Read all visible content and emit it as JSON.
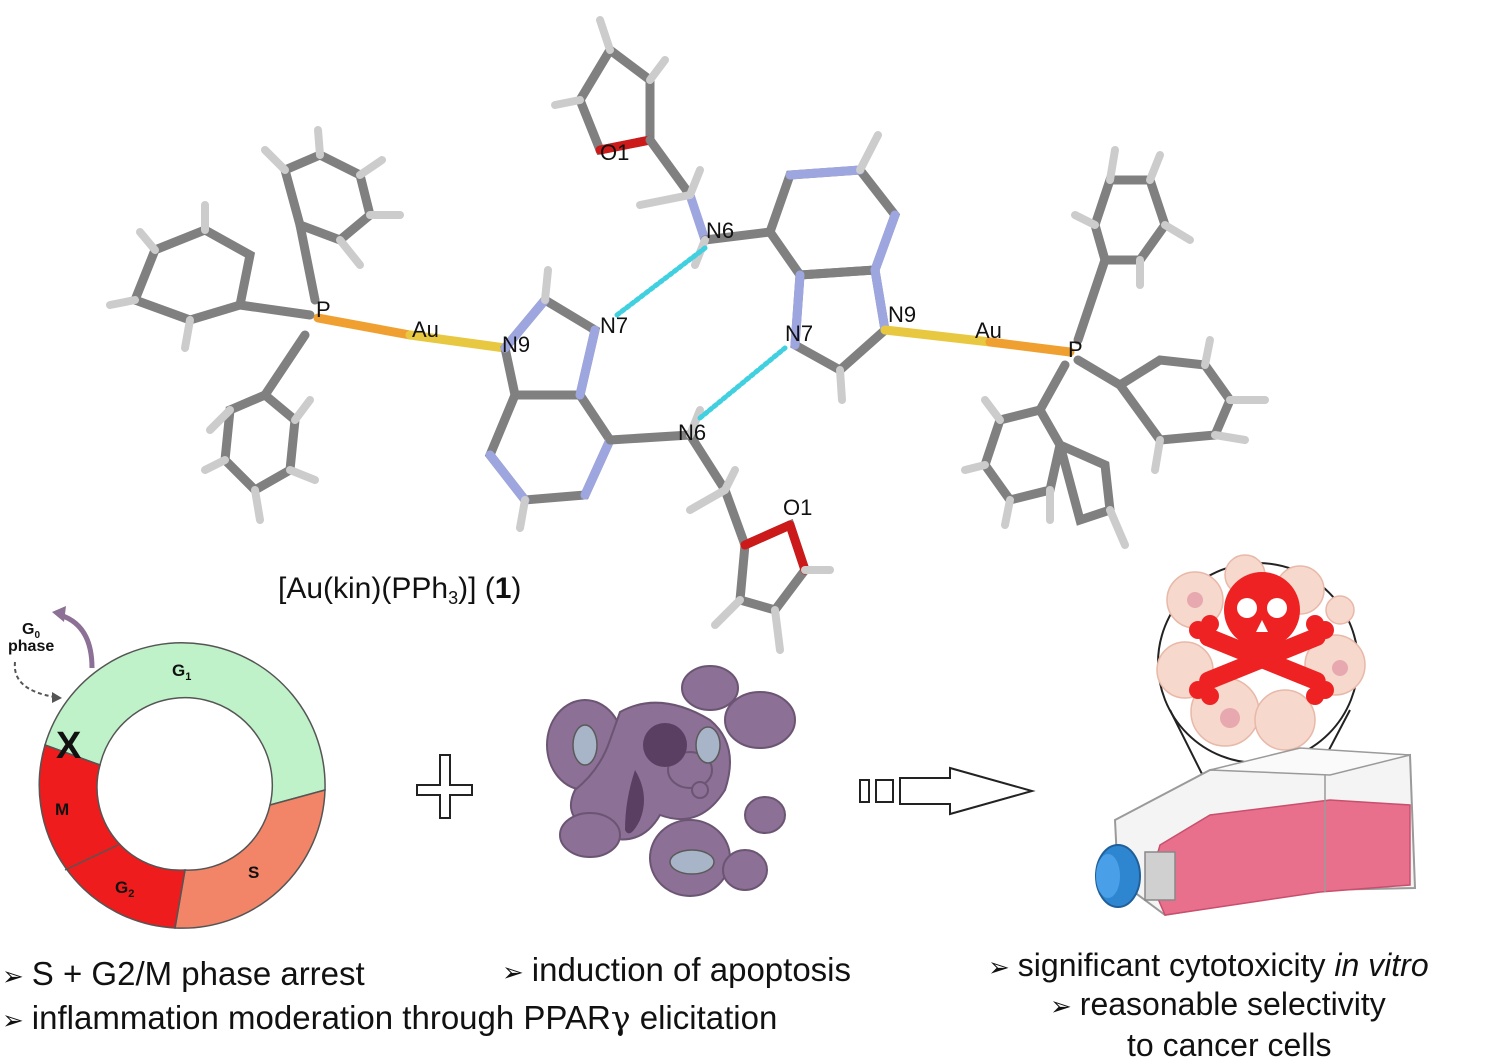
{
  "molecule": {
    "caption_prefix": "[Au(kin)(PPh",
    "caption_sub": "3",
    "caption_suffix": ")]  (",
    "caption_number": "1",
    "caption_close": ")",
    "atom_labels": {
      "o1_top": "O1",
      "n6_top": "N6",
      "p_left": "P",
      "au_left": "Au",
      "n9_left": "N9",
      "n7_left": "N7",
      "n7_right": "N7",
      "n9_right": "N9",
      "au_right": "Au",
      "p_right": "P",
      "n6_bottom": "N6",
      "o1_bottom": "O1"
    }
  },
  "cell_cycle": {
    "g0_main": "G",
    "g0_sub": "0",
    "g0_phase": "phase",
    "g1_main": "G",
    "g1_sub": "1",
    "s": "S",
    "g2_main": "G",
    "g2_sub": "2",
    "m": "M",
    "arrest_mark": "X"
  },
  "bullets": {
    "arrow": "➢",
    "phase_arrest": "S + G2/M phase arrest",
    "apoptosis": "induction of apoptosis",
    "inflammation_prefix": "inflammation moderation through PPAR",
    "inflammation_gamma": "γ",
    "inflammation_suffix": " elicitation",
    "cytotoxicity_prefix": "significant cytotoxicity ",
    "cytotoxicity_italic": "in vitro",
    "selectivity_line1": "reasonable selectivity",
    "selectivity_line2": "to cancer cells"
  },
  "colors": {
    "carbon": "#7f7f7f",
    "hydrogen": "#c9c9c9",
    "nitrogen": "#9ea6e0",
    "oxygen": "#cc1a1a",
    "phosphorus": "#f0a030",
    "gold": "#e8c840",
    "hbond": "#40d0e0",
    "g1": "#bff2c8",
    "s": "#f28468",
    "g2m": "#ee1c1c",
    "cell": "#8c7096",
    "skull": "#ee2222",
    "medium": "#e8708c",
    "cap": "#2f86d0"
  }
}
